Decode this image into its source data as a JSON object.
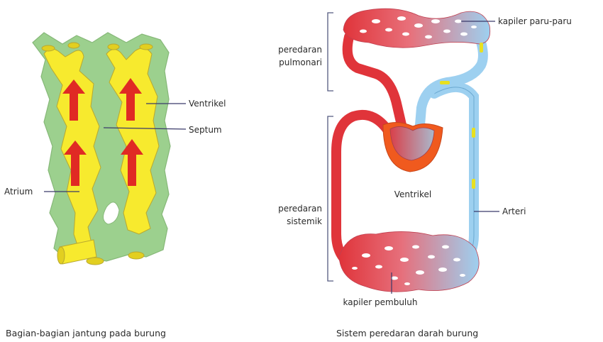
{
  "left_figure": {
    "labels": {
      "ventricle": "Ventrikel",
      "septum": "Septum",
      "atrium": "Atrium"
    },
    "caption": "Bagian-bagian jantung pada burung"
  },
  "right_figure": {
    "labels": {
      "lung_capillary": "kapiler paru-paru",
      "pulmonary_line1": "peredaran",
      "pulmonary_line2": "pulmonari",
      "systemic_line1": "peredaran",
      "systemic_line2": "sistemik",
      "ventricle": "Ventrikel",
      "artery": "Arteri",
      "vessel_capillary": "kapiler pembuluh"
    },
    "caption": "Sistem peredaran darah burung"
  },
  "colors": {
    "oxygenated": "#e0343a",
    "deoxygenated": "#8ec8ec",
    "heart_outer": "#f05a1e",
    "tissue_green": "#9cd08e",
    "chamber_yellow": "#f7ea2e",
    "flow_arrow": "#e02a24"
  }
}
